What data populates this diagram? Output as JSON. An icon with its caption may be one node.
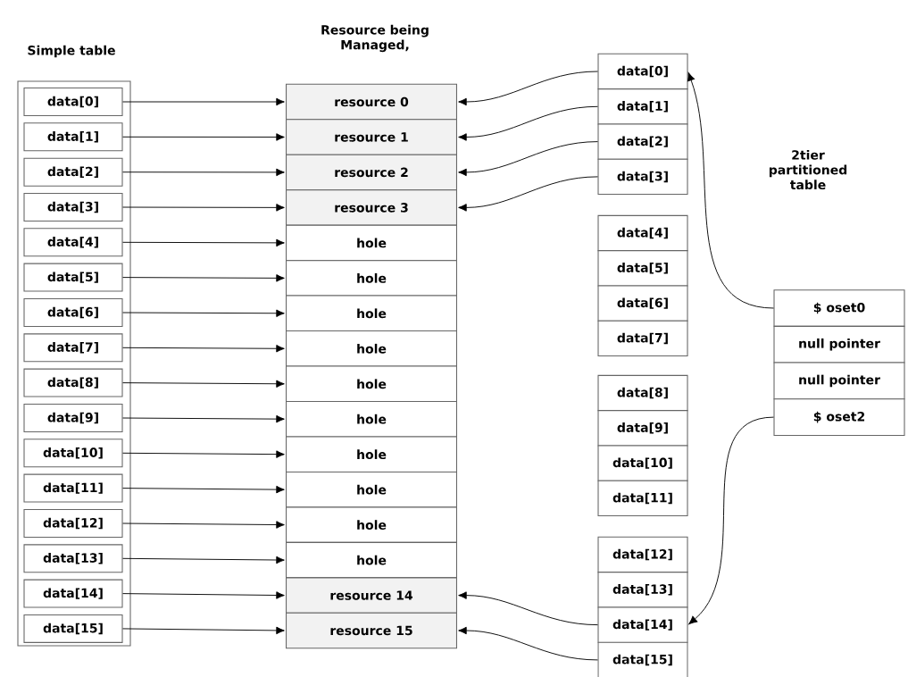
{
  "diagram": {
    "nodes": [
      {
        "text": [
          "Simple table"
        ]
      },
      {
        "text": [
          "data[0]"
        ],
        "in": 0
      },
      {
        "text": [
          "data[1]"
        ],
        "in": 0
      },
      {
        "text": [
          "data[2]"
        ],
        "in": 0
      },
      {
        "text": [
          "data[3]"
        ],
        "in": 0
      },
      {
        "text": [
          "data[4]"
        ],
        "in": 0
      },
      {
        "text": [
          "data[5]"
        ],
        "in": 0
      },
      {
        "text": [
          "data[6]"
        ],
        "in": 0
      },
      {
        "text": [
          "data[7]"
        ],
        "in": 0
      },
      {
        "text": [
          "data[8]"
        ],
        "in": 0
      },
      {
        "text": [
          "data[9]"
        ],
        "in": 0
      },
      {
        "text": [
          "data[10]"
        ],
        "in": 0
      },
      {
        "text": [
          "data[11]"
        ],
        "in": 0
      },
      {
        "text": [
          "data[12]"
        ],
        "in": 0
      },
      {
        "text": [
          "data[13]"
        ],
        "in": 0
      },
      {
        "text": [
          "data[14]"
        ],
        "in": 0
      },
      {
        "text": [
          "data[15]"
        ],
        "in": 0
      },
      {
        "text": [
          "resource 0"
        ]
      },
      {
        "text": [
          "resource 1"
        ]
      },
      {
        "text": [
          "resource 2"
        ]
      },
      {
        "text": [
          "resource 3"
        ]
      },
      {
        "text": [
          "hole"
        ]
      },
      {
        "text": [
          "hole"
        ]
      },
      {
        "text": [
          "hole"
        ]
      },
      {
        "text": [
          "hole"
        ]
      },
      {
        "text": [
          "hole"
        ]
      },
      {
        "text": [
          "hole"
        ]
      },
      {
        "text": [
          "hole"
        ]
      },
      {
        "text": [
          "hole"
        ]
      },
      {
        "text": [
          "hole"
        ]
      },
      {
        "text": [
          "hole"
        ]
      },
      {
        "text": [
          "resource 14"
        ]
      },
      {
        "text": [
          "resource 15"
        ]
      },
      {
        "text": [
          "data[0]"
        ]
      },
      {
        "text": [
          "data[1]"
        ]
      },
      {
        "text": [
          "data[2]"
        ]
      },
      {
        "text": [
          "data[3]"
        ]
      },
      {
        "text": [
          "data[4]"
        ]
      },
      {
        "text": [
          "data[5]"
        ]
      },
      {
        "text": [
          "data[6]"
        ]
      },
      {
        "text": [
          "data[7]"
        ]
      },
      {
        "text": [
          "data[8]"
        ]
      },
      {
        "text": [
          "data[9]"
        ]
      },
      {
        "text": [
          "data[10]"
        ]
      },
      {
        "text": [
          "data[11]"
        ]
      },
      {
        "text": [
          "data[12]"
        ]
      },
      {
        "text": [
          "data[13]"
        ]
      },
      {
        "text": [
          "data[14]"
        ]
      },
      {
        "text": [
          "data[15]"
        ]
      },
      {
        "text": [
          "$ oset0"
        ]
      },
      {
        "text": [
          "null pointer"
        ]
      },
      {
        "text": [
          "null pointer"
        ]
      },
      {
        "text": [
          "$ oset2"
        ]
      }
    ],
    "edges": [
      {
        "from": 1,
        "to": 17,
        "arrow": "to"
      },
      {
        "from": 2,
        "to": 18,
        "arrow": "to"
      },
      {
        "from": 3,
        "to": 19,
        "arrow": "to"
      },
      {
        "from": 4,
        "to": 20,
        "arrow": "to"
      },
      {
        "from": 5,
        "to": 21,
        "arrow": "to"
      },
      {
        "from": 6,
        "to": 22,
        "arrow": "to"
      },
      {
        "from": 7,
        "to": 23,
        "arrow": "to"
      },
      {
        "from": 8,
        "to": 24,
        "arrow": "to"
      },
      {
        "from": 9,
        "to": 25,
        "arrow": "to"
      },
      {
        "from": 10,
        "to": 26,
        "arrow": "to"
      },
      {
        "from": 11,
        "to": 27,
        "arrow": "to"
      },
      {
        "from": 12,
        "to": 28,
        "arrow": "to"
      },
      {
        "from": 13,
        "to": 29,
        "arrow": "to"
      },
      {
        "from": 14,
        "to": 30,
        "arrow": "to"
      },
      {
        "from": 15,
        "to": 31,
        "arrow": "to"
      },
      {
        "from": 16,
        "to": 32,
        "arrow": "to"
      },
      {
        "from": 33,
        "to": 17,
        "arrow": "to"
      },
      {
        "from": 34,
        "to": 18,
        "arrow": "to"
      },
      {
        "from": 35,
        "to": 19,
        "arrow": "to"
      },
      {
        "from": 36,
        "to": 20,
        "arrow": "to"
      },
      {
        "from": 47,
        "to": 31,
        "arrow": "to"
      },
      {
        "from": 48,
        "to": 32,
        "arrow": "to"
      },
      {
        "from": 49,
        "to": 33,
        "arrow": "to"
      },
      {
        "from": 52,
        "to": 47,
        "arrow": "to"
      }
    ],
    "labels": [
      "Resource being Managed,",
      "2tier partitioned table"
    ]
  }
}
